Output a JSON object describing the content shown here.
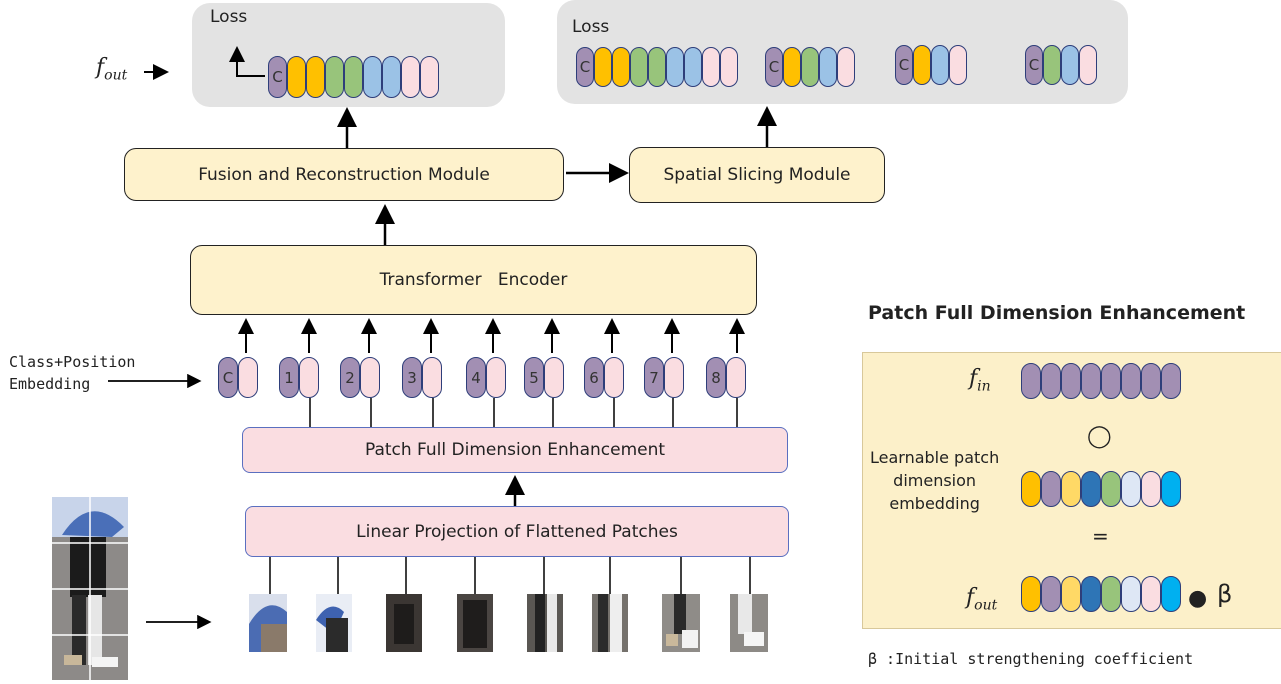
{
  "labels": {
    "loss_left": "Loss",
    "loss_right": "Loss",
    "f_out_left": "f",
    "f_out_left_sub": "out",
    "fusion": "Fusion and Reconstruction Module",
    "spatial": "Spatial Slicing Module",
    "transformer": "Transformer   Encoder",
    "class_pos": "Class+Position\nEmbedding",
    "pfde_box": "Patch Full Dimension Enhancement",
    "linear": "Linear Projection of Flattened Patches",
    "panel_title": "Patch Full Dimension Enhancement",
    "f_in": "f",
    "f_in_sub": "in",
    "circle": "◯",
    "learnable": "Learnable patch\ndimension\nembedding",
    "equals": "=",
    "f_out_panel": "f",
    "f_out_panel_sub": "out",
    "dot": "●",
    "beta": "β",
    "footnote": "β :Initial strengthening coefficient"
  },
  "tokens": {
    "class_letter": "C",
    "patch_numbers": [
      "C",
      "1",
      "2",
      "3",
      "4",
      "5",
      "6",
      "7",
      "8"
    ]
  },
  "colors": {
    "purple": "#a28fb3",
    "orange": "#ffc000",
    "green": "#98c47b",
    "blue": "#9bc2e6",
    "pink": "#fadde1",
    "yellow_light": "#ffd966",
    "dark_blue": "#2e75b6",
    "white_blue": "#dee7f5",
    "cyan": "#00b0f0"
  }
}
